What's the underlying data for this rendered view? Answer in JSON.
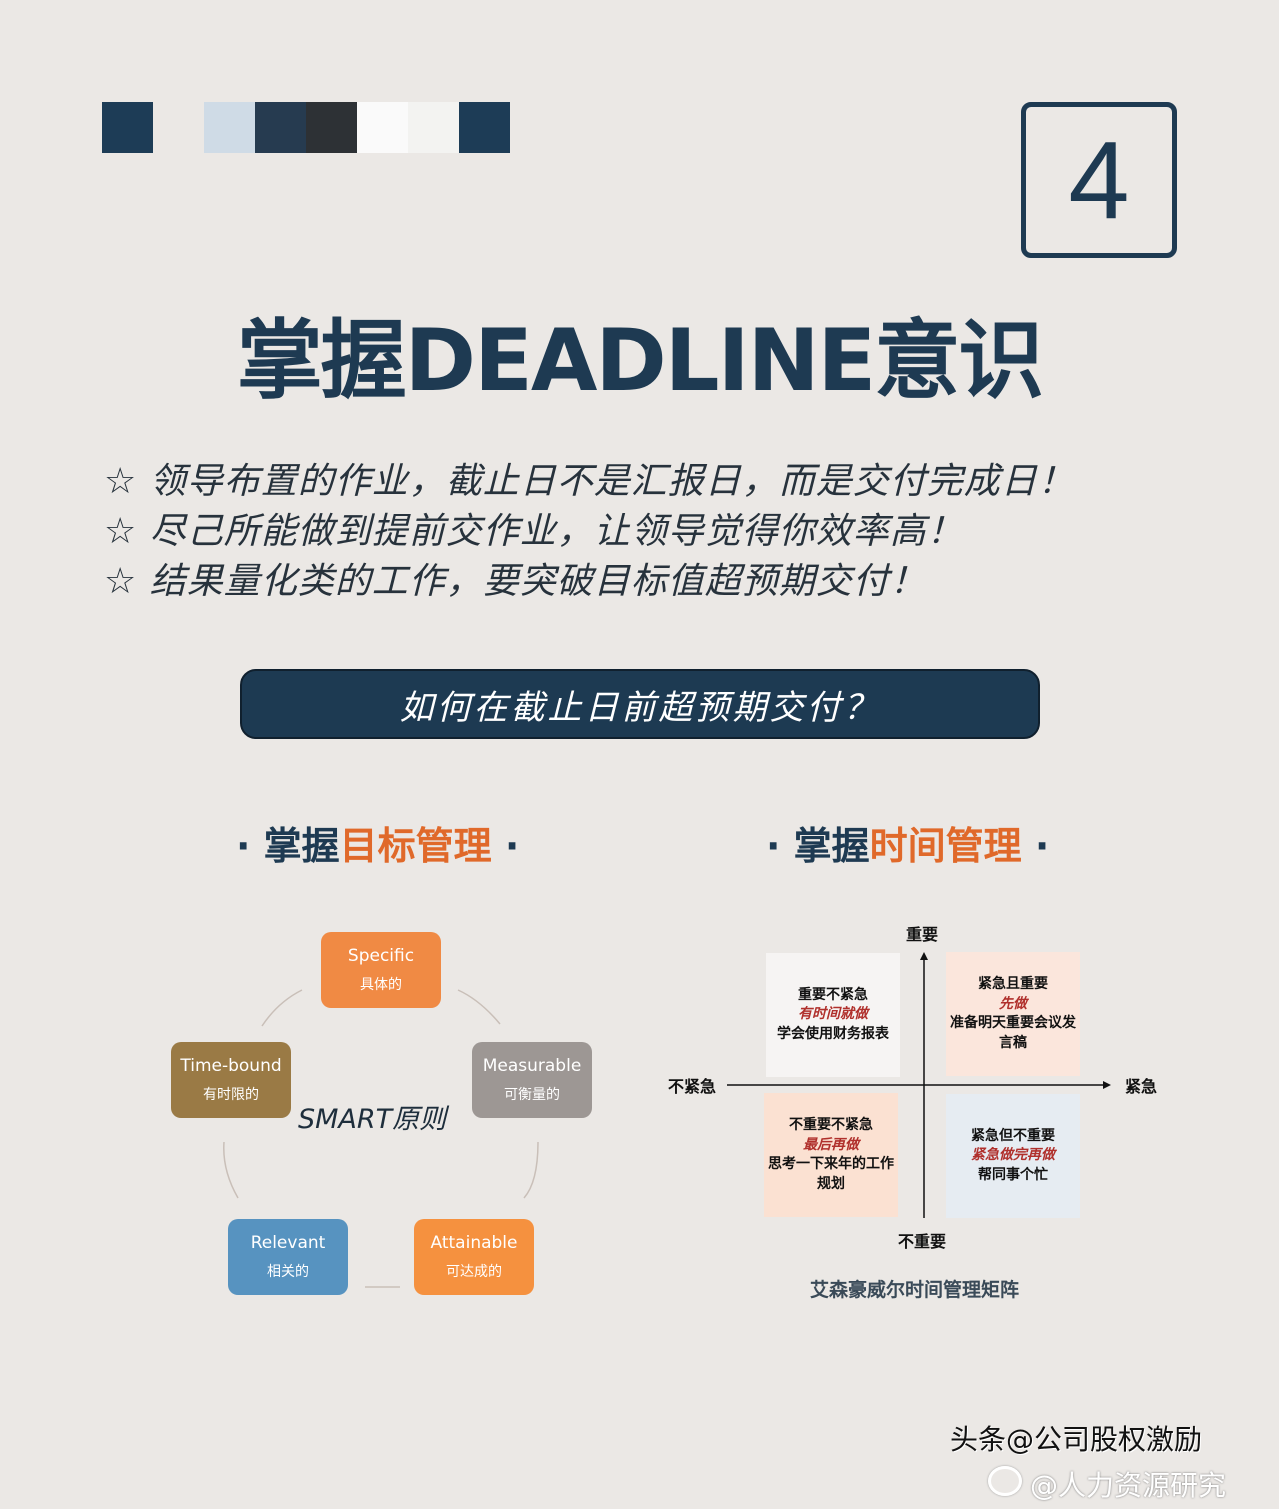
{
  "palette": [
    "#1d3c56",
    "#cfdbe6",
    "#263b50",
    "#2d3135",
    "#fafafa",
    "#f3f3f1",
    "#1d3c56"
  ],
  "number": "4",
  "title": "掌握DEADLINE意识",
  "bullets": [
    {
      "icon": "star-outline-icon",
      "text": "领导布置的作业，截止日不是汇报日，而是交付完成日！"
    },
    {
      "icon": "star-outline-icon",
      "text": "尽己所能做到提前交作业，让领导觉得你效率高！"
    },
    {
      "icon": "star-outline-icon",
      "text": "结果量化类的工作，要突破目标值超预期交付！"
    }
  ],
  "banner": "如何在截止日前超预期交付？",
  "left_section": {
    "pre": "· 掌握",
    "hl": "目标管理",
    "post": " ·",
    "center": "SMART原则",
    "cards": [
      {
        "en": "Specific",
        "cn": "具体的",
        "color": "#f08a44"
      },
      {
        "en": "Measurable",
        "cn": "可衡量的",
        "color": "#9d9794"
      },
      {
        "en": "Attainable",
        "cn": "可达成的",
        "color": "#f5913f"
      },
      {
        "en": "Relevant",
        "cn": "相关的",
        "color": "#5793c0"
      },
      {
        "en": "Time-bound",
        "cn": "有时限的",
        "color": "#9a7a45"
      }
    ]
  },
  "right_section": {
    "pre": "· 掌握",
    "hl": "时间管理",
    "post": " ·",
    "axes": {
      "top": "重要",
      "bottom": "不重要",
      "left": "不紧急",
      "right": "紧急"
    },
    "quadrants": [
      {
        "title": "重要不紧急",
        "action": "有时间就做",
        "example": "学会使用财务报表",
        "bg": "#f6f4f3"
      },
      {
        "title": "紧急且重要",
        "action": "先做",
        "example": "准备明天重要会议发言稿",
        "bg": "#fbe6dc"
      },
      {
        "title": "不重要不紧急",
        "action": "最后再做",
        "example": "思考一下来年的工作规划",
        "bg": "#fbe1d2"
      },
      {
        "title": "紧急但不重要",
        "action": "紧急做完再做",
        "example": "帮同事个忙",
        "bg": "#e6ecf2"
      }
    ],
    "caption": "艾森豪威尔时间管理矩阵"
  },
  "watermarks": [
    "头条@公司股权激励",
    "@人力资源研究"
  ]
}
